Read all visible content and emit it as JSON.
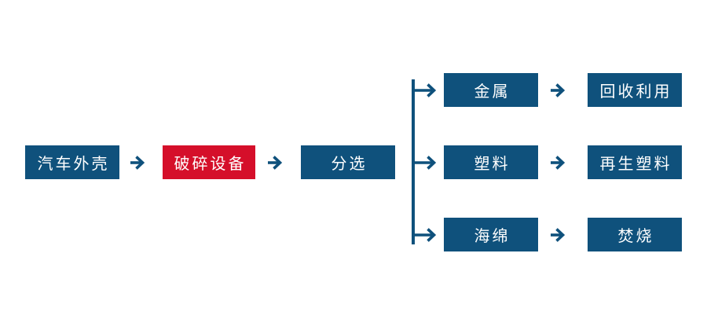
{
  "colors": {
    "node_blue": "#0f517c",
    "node_red": "#d50f2a",
    "arrow_blue": "#0f517c",
    "text": "#ffffff",
    "background": "#ffffff"
  },
  "flowchart": {
    "main_nodes": [
      {
        "id": "car-shell",
        "label": "汽车外壳",
        "color": "blue"
      },
      {
        "id": "crusher",
        "label": "破碎设备",
        "color": "red"
      },
      {
        "id": "sorting",
        "label": "分选",
        "color": "blue"
      }
    ],
    "branch_rows": [
      {
        "material": {
          "label": "金属"
        },
        "result": {
          "label": "回收利用"
        }
      },
      {
        "material": {
          "label": "塑料"
        },
        "result": {
          "label": "再生塑料"
        }
      },
      {
        "material": {
          "label": "海绵"
        },
        "result": {
          "label": "焚烧"
        }
      }
    ]
  }
}
